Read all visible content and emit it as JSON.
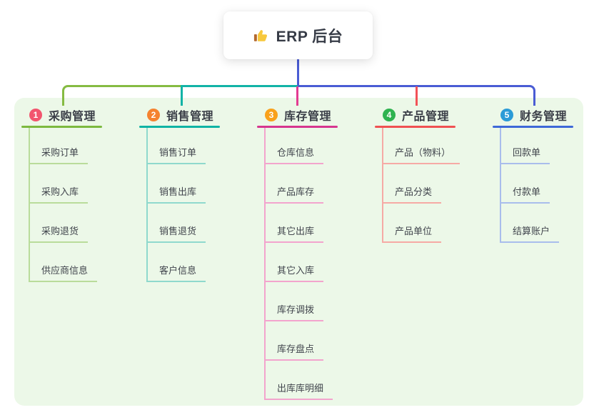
{
  "root": {
    "title": "ERP 后台",
    "icon": "thumbs-up-icon"
  },
  "theme": {
    "canvas_bg": "#ffffff",
    "panel_bg": "#ecf8e8",
    "root_card_bg": "#ffffff",
    "root_text": "#363b46",
    "branch_text": "#3b3f48",
    "node_text": "#41454d",
    "trunk_blue": "#4a5cd4",
    "trunk_green": "#85bb42",
    "trunk_teal": "#12b3a6",
    "drop_magenta": "#e33b92",
    "drop_red": "#f25257",
    "thumb_hand": "#f7c83d",
    "thumb_cuff": "#b4692e"
  },
  "branches": [
    {
      "number": "1",
      "label": "采购管理",
      "badge_color": "#f2556e",
      "line_color": "#7cb93f",
      "light_color": "#b9dc9b",
      "children": [
        "采购订单",
        "采购入库",
        "采购退货",
        "供应商信息"
      ]
    },
    {
      "number": "2",
      "label": "销售管理",
      "badge_color": "#f5822f",
      "line_color": "#0fb3a4",
      "light_color": "#8fd9cd",
      "children": [
        "销售订单",
        "销售出库",
        "销售退货",
        "客户信息"
      ]
    },
    {
      "number": "3",
      "label": "库存管理",
      "badge_color": "#f9a11b",
      "line_color": "#d6368f",
      "light_color": "#f3a4cd",
      "children": [
        "仓库信息",
        "产品库存",
        "其它出库",
        "其它入库",
        "库存调拨",
        "库存盘点",
        "出库库明细"
      ]
    },
    {
      "number": "4",
      "label": "产品管理",
      "badge_color": "#2fb350",
      "line_color": "#f05152",
      "light_color": "#f6aaa5",
      "children": [
        "产品（物料）",
        "产品分类",
        "产品单位"
      ]
    },
    {
      "number": "5",
      "label": "财务管理",
      "badge_color": "#2b9bd7",
      "line_color": "#3e68d8",
      "light_color": "#a9bdec",
      "children": [
        "回款单",
        "付款单",
        "结算账户"
      ]
    }
  ]
}
